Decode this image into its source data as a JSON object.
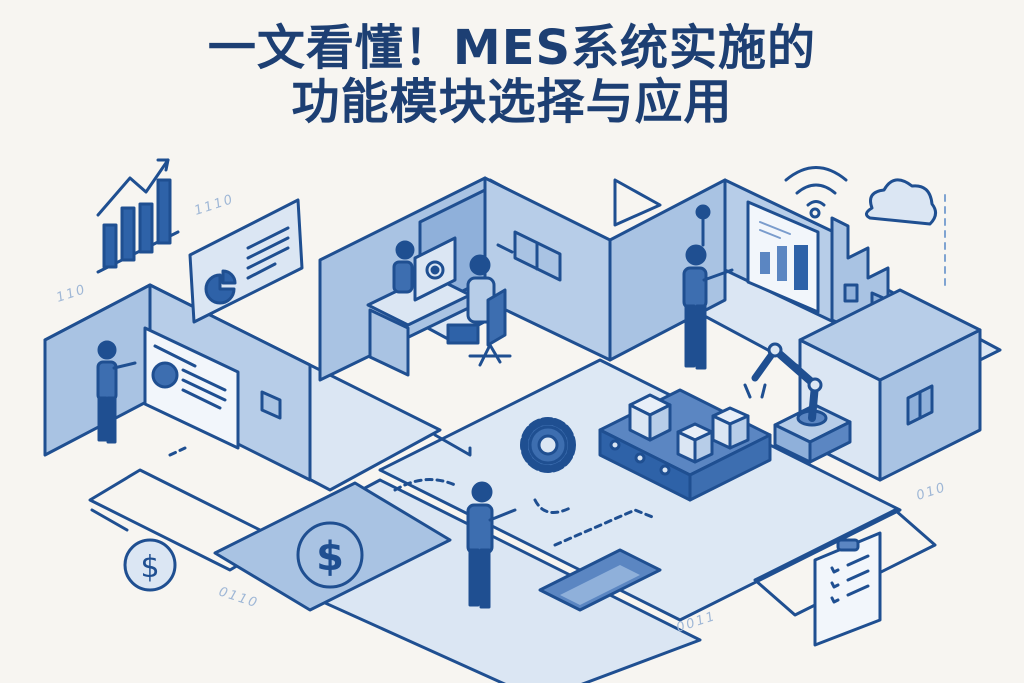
{
  "title": {
    "line1": "一文看懂！MES系统实施的",
    "line2": "功能模块选择与应用"
  },
  "binary_labels": [
    "1110",
    "110",
    "0110",
    "0011",
    "010"
  ],
  "icons": {
    "growth_chart": "bar-chart-arrow-icon",
    "dashboard_pie": "pie-chart-dashboard-icon",
    "workstation": "computer-gear-icon",
    "wifi": "wifi-icon",
    "cloud": "cloud-icon",
    "factory": "factory-icon",
    "gear": "gear-icon",
    "conveyor": "conveyor-belt-boxes-icon",
    "robot_arm": "robot-arm-icon",
    "cost_small": "dollar-cycle-icon",
    "cost_large": "dollar-cycle-icon",
    "checklist": "clipboard-checklist-icon"
  },
  "colors": {
    "background": "#f7f5f1",
    "title": "#1d3f73",
    "stroke": "#1f4f91",
    "fill_light": "#dbe6f3",
    "fill_mid": "#a9c3e3",
    "fill_dark": "#5b86c2",
    "figure": "#3d6eb0",
    "binary_text": "#9fb7d6"
  }
}
